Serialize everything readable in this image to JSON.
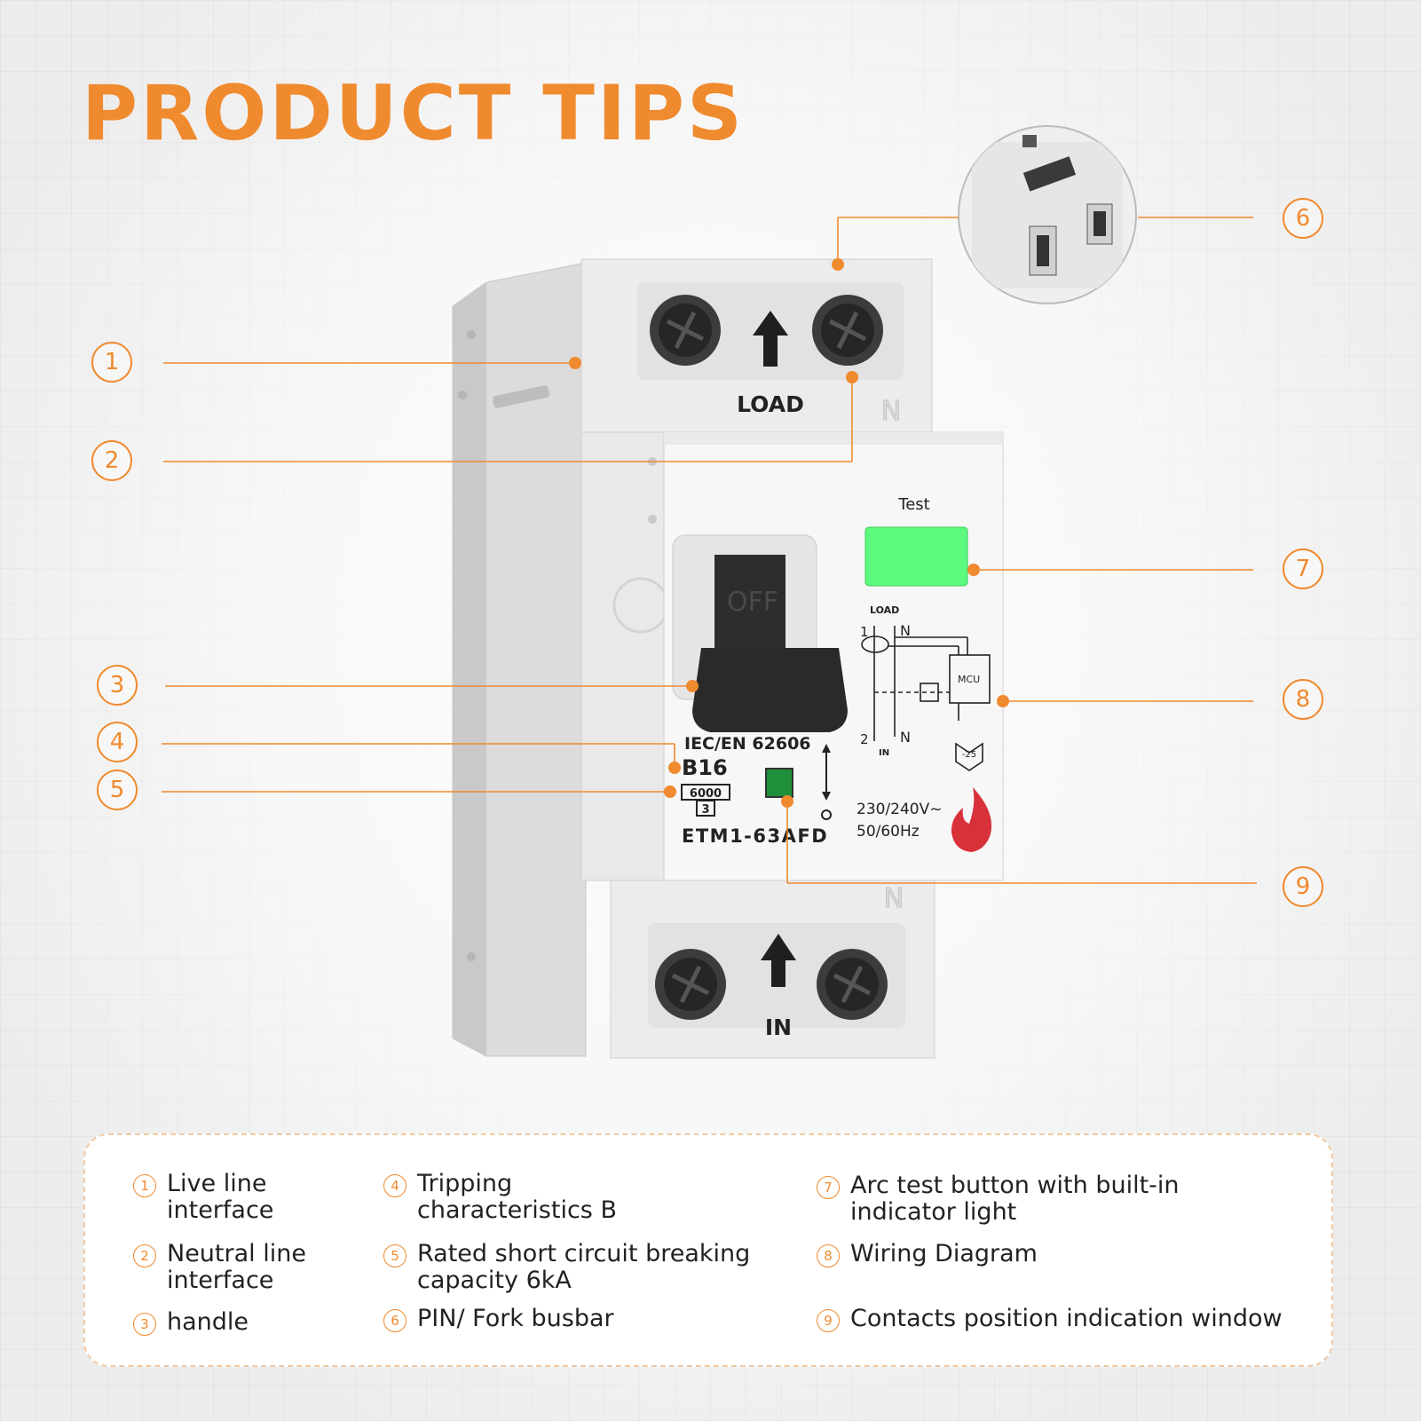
{
  "title": "PRODUCT TIPS",
  "accent_color": "#f08a2e",
  "device": {
    "top_label": "LOAD",
    "bottom_label": "IN",
    "neutral_mark": "N",
    "handle_text": "OFF",
    "test_label": "Test",
    "standard": "IEC/EN 62606",
    "trip_curve": "B16",
    "breaking_capacity": "6000",
    "class_number": "3",
    "model": "ETM1-63AFD",
    "voltage": "230/240V~",
    "frequency": "50/60Hz",
    "diagram_load": "LOAD",
    "diagram_in": "IN",
    "diagram_mcu": "MCU",
    "diagram_temp": "-25",
    "diagram_n_top": "N",
    "diagram_n_bottom": "N",
    "diagram_1": "1",
    "diagram_2": "2",
    "test_button_color": "#5dfa7f",
    "indicator_window_color": "#1f8f3a"
  },
  "callouts": [
    "1",
    "2",
    "3",
    "4",
    "5",
    "6",
    "7",
    "8",
    "9"
  ],
  "legend": [
    {
      "num": "1",
      "text": "Live line\ninterface"
    },
    {
      "num": "2",
      "text": "Neutral line\ninterface"
    },
    {
      "num": "3",
      "text": " handle"
    },
    {
      "num": "4",
      "text": "Tripping\ncharacteristics B"
    },
    {
      "num": "5",
      "text": "Rated short circuit breaking\ncapacity 6kA"
    },
    {
      "num": "6",
      "text": " PIN/ Fork busbar"
    },
    {
      "num": "7",
      "text": "Arc test button with built-in\nindicator light"
    },
    {
      "num": "8",
      "text": "Wiring Diagram"
    },
    {
      "num": "9",
      "text": "Contacts position indication window"
    }
  ]
}
